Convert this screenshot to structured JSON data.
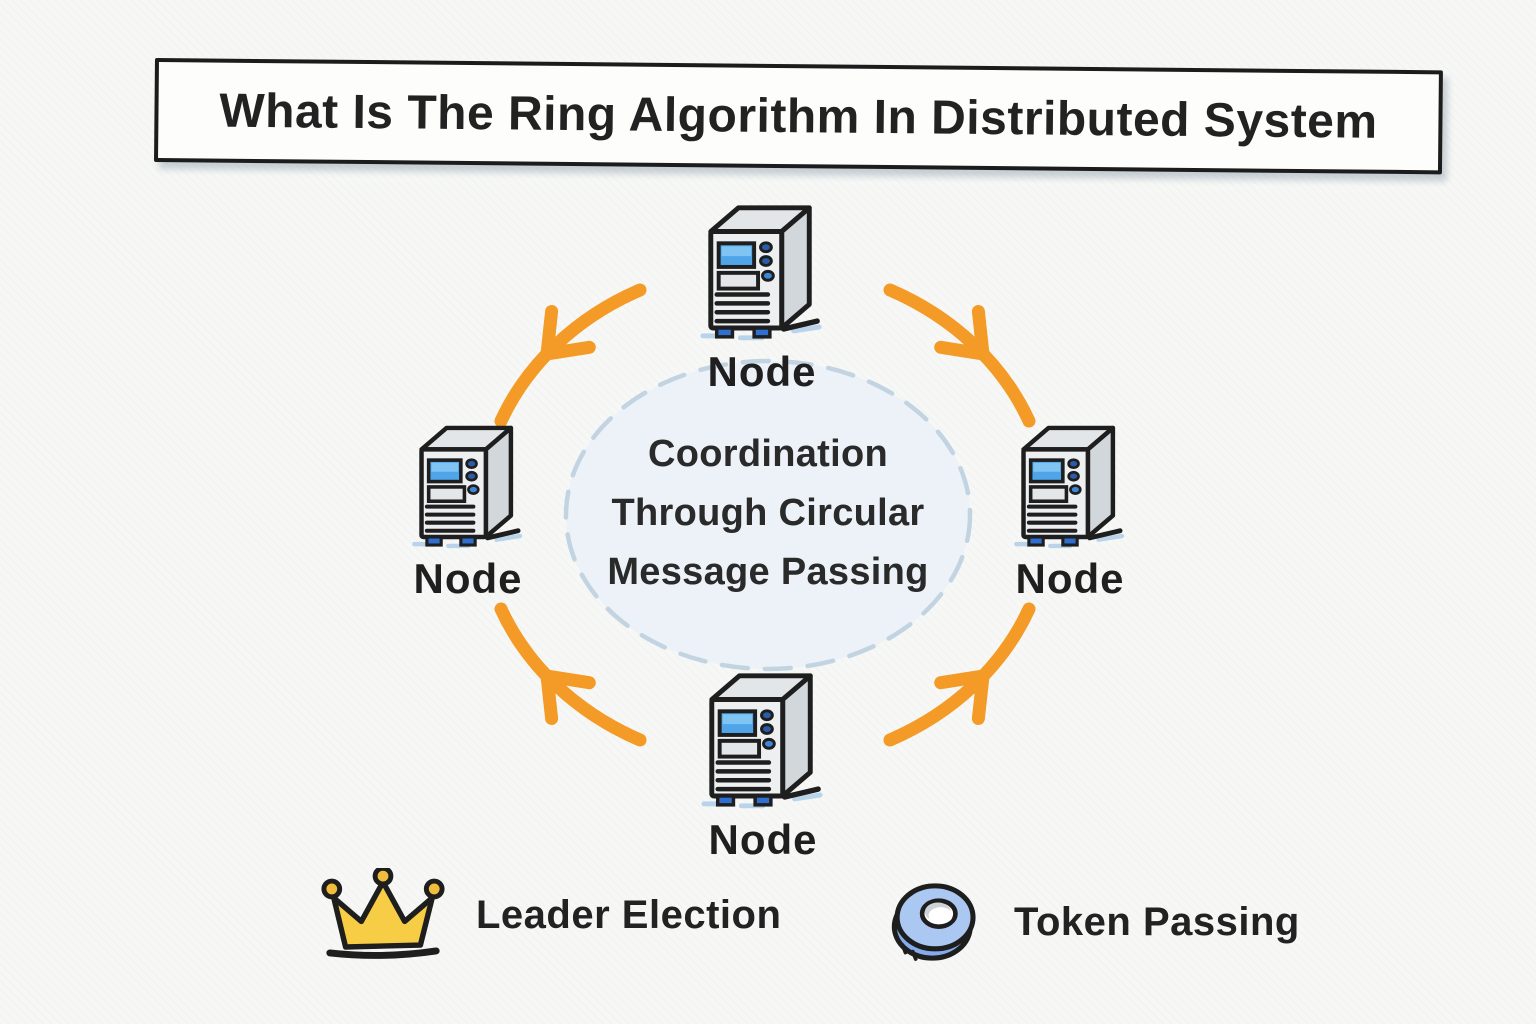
{
  "title": {
    "text": "What Is The Ring Algorithm In Distributed System"
  },
  "ring": {
    "center_text": {
      "lines": [
        "Coordination",
        "Through Circular",
        "Message Passing"
      ]
    },
    "nodes": [
      {
        "position": "top",
        "label": "Node"
      },
      {
        "position": "right",
        "label": "Node"
      },
      {
        "position": "bottom",
        "label": "Node"
      },
      {
        "position": "left",
        "label": "Node"
      }
    ]
  },
  "legend": {
    "items": [
      {
        "icon": "crown-icon",
        "label": "Leader Election"
      },
      {
        "icon": "token-icon",
        "label": "Token Passing"
      }
    ]
  },
  "colors": {
    "arrow_orange": "#F39B26",
    "crown_yellow": "#F7CD45",
    "token_blue": "#ABC8F3",
    "circle_fill": "#ECF2F7",
    "circle_dash": "#C2D4E2",
    "ink": "#1E1E1E"
  }
}
